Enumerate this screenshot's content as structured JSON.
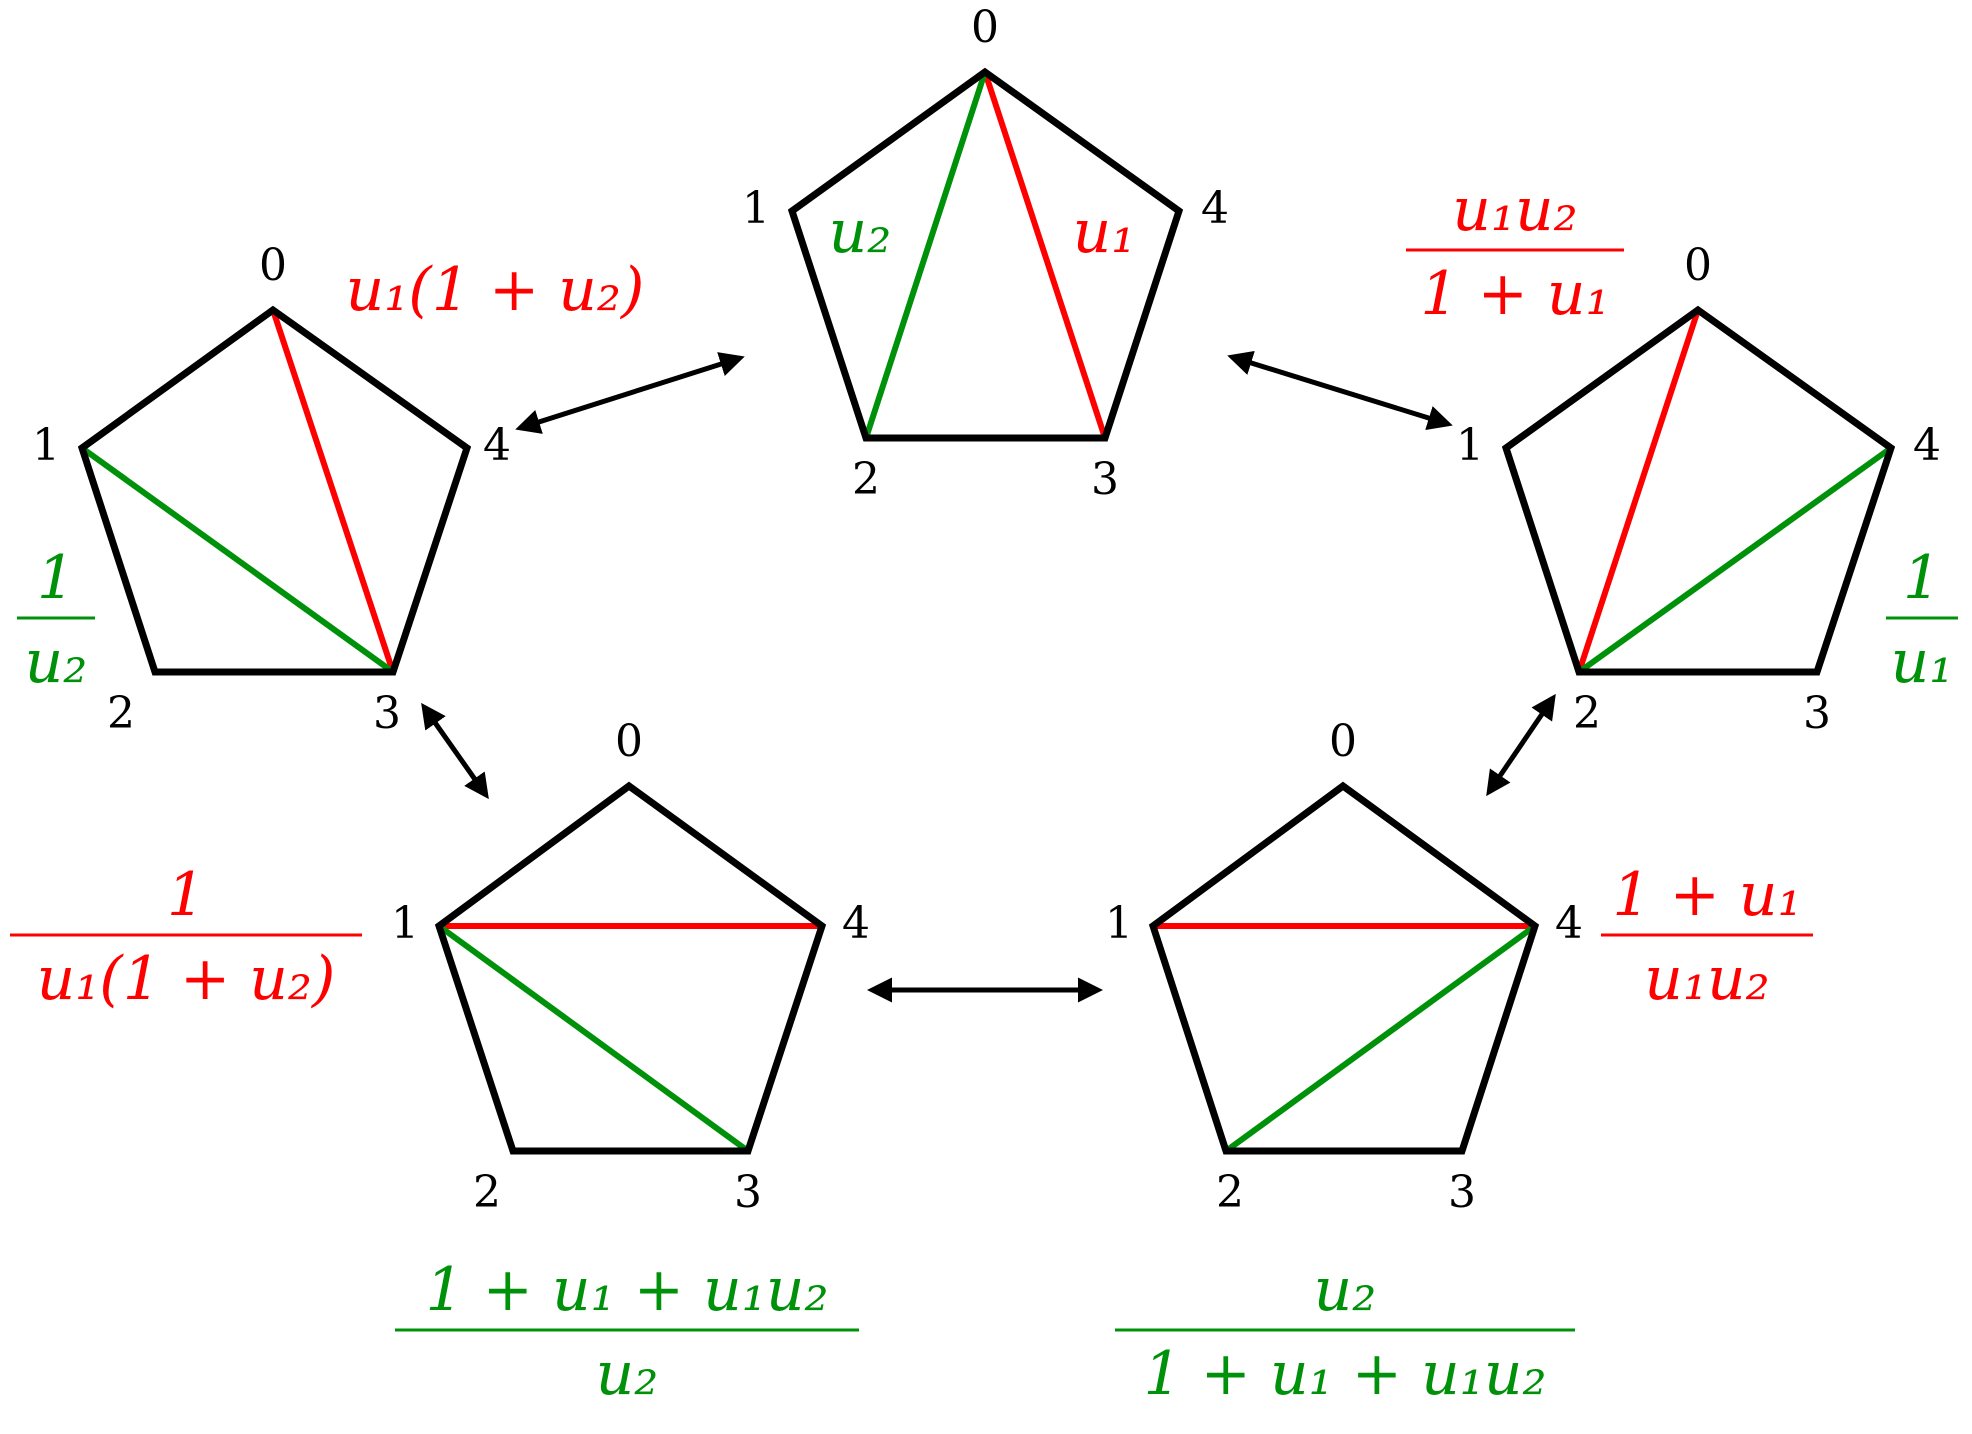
{
  "colors": {
    "red": "#ff0000",
    "green": "#00910a",
    "outline": "#000000"
  },
  "pentagons": [
    {
      "id": "top",
      "vertex_labels": [
        "0",
        "1",
        "2",
        "3",
        "4"
      ],
      "diagonals": [
        {
          "from": 0,
          "to": 3,
          "color": "red"
        },
        {
          "from": 0,
          "to": 2,
          "color": "green"
        }
      ],
      "labels": {
        "red": {
          "text": "u₁"
        },
        "green": {
          "text": "u₂"
        }
      }
    },
    {
      "id": "upper-left",
      "vertex_labels": [
        "0",
        "1",
        "2",
        "3",
        "4"
      ],
      "diagonals": [
        {
          "from": 0,
          "to": 3,
          "color": "red"
        },
        {
          "from": 1,
          "to": 3,
          "color": "green"
        }
      ],
      "labels": {
        "red": {
          "text": "u₁(1 + u₂)"
        },
        "green": {
          "numerator": "1",
          "denominator": "u₂"
        }
      }
    },
    {
      "id": "upper-right",
      "vertex_labels": [
        "0",
        "1",
        "2",
        "3",
        "4"
      ],
      "diagonals": [
        {
          "from": 0,
          "to": 2,
          "color": "red"
        },
        {
          "from": 2,
          "to": 4,
          "color": "green"
        }
      ],
      "labels": {
        "red": {
          "numerator": "u₁u₂",
          "denominator": "1 + u₁"
        },
        "green": {
          "numerator": "1",
          "denominator": "u₁"
        }
      }
    },
    {
      "id": "lower-left",
      "vertex_labels": [
        "0",
        "1",
        "2",
        "3",
        "4"
      ],
      "diagonals": [
        {
          "from": 1,
          "to": 4,
          "color": "red"
        },
        {
          "from": 1,
          "to": 3,
          "color": "green"
        }
      ],
      "labels": {
        "red": {
          "numerator": "1",
          "denominator": "u₁(1 + u₂)"
        },
        "green": {
          "numerator": "1 + u₁ + u₁u₂",
          "denominator": "u₂"
        }
      }
    },
    {
      "id": "lower-right",
      "vertex_labels": [
        "0",
        "1",
        "2",
        "3",
        "4"
      ],
      "diagonals": [
        {
          "from": 1,
          "to": 4,
          "color": "red"
        },
        {
          "from": 2,
          "to": 4,
          "color": "green"
        }
      ],
      "labels": {
        "red": {
          "numerator": "1 + u₁",
          "denominator": "u₁u₂"
        },
        "green": {
          "numerator": "u₂",
          "denominator": "1 + u₁ + u₁u₂"
        }
      }
    }
  ],
  "arrows": [
    {
      "between": [
        "upper-left",
        "top"
      ],
      "type": "double-headed"
    },
    {
      "between": [
        "top",
        "upper-right"
      ],
      "type": "double-headed"
    },
    {
      "between": [
        "upper-left",
        "lower-left"
      ],
      "type": "double-headed"
    },
    {
      "between": [
        "upper-right",
        "lower-right"
      ],
      "type": "double-headed"
    },
    {
      "between": [
        "lower-left",
        "lower-right"
      ],
      "type": "double-headed"
    }
  ]
}
